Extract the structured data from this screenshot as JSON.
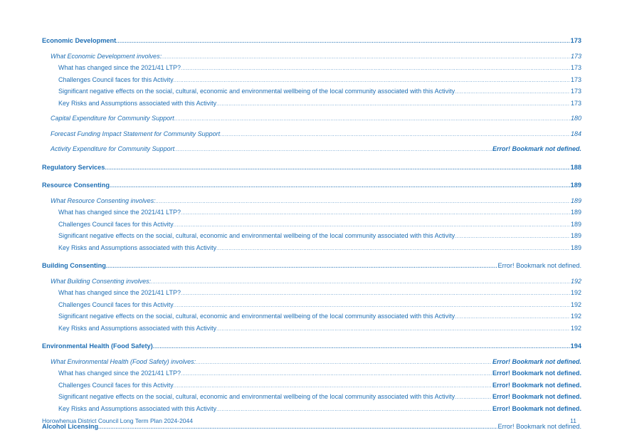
{
  "toc": [
    {
      "level": 1,
      "title": "Economic Development",
      "page": "173"
    },
    {
      "level": 2,
      "title": "What Economic Development involves:",
      "page": "173"
    },
    {
      "level": 3,
      "title": "What has changed since the 2021/41 LTP?",
      "page": "173"
    },
    {
      "level": 3,
      "title": "Challenges Council faces for this Activity",
      "page": "173"
    },
    {
      "level": 3,
      "title": "Significant negative effects on the social, cultural, economic and environmental wellbeing of the local community associated with this Activity",
      "page": "173"
    },
    {
      "level": 3,
      "title": "Key Risks and Assumptions associated with this Activity",
      "page": "173"
    },
    {
      "level": 2,
      "title": "Capital Expenditure for Community Support",
      "page": "180"
    },
    {
      "level": 2,
      "title": "Forecast Funding Impact Statement for Community Support",
      "page": "184"
    },
    {
      "level": 2,
      "title": "Activity Expenditure for Community Support",
      "page": "Error! Bookmark not defined.",
      "error": "bold-italic"
    },
    {
      "level": 1,
      "title": "Regulatory Services",
      "page": "188"
    },
    {
      "level": 1,
      "title": "Resource Consenting",
      "page": "189"
    },
    {
      "level": 2,
      "title": "What Resource Consenting involves:",
      "page": "189"
    },
    {
      "level": 3,
      "title": "What has changed since the 2021/41 LTP?",
      "page": "189"
    },
    {
      "level": 3,
      "title": "Challenges Council faces for this Activity",
      "page": "189"
    },
    {
      "level": 3,
      "title": "Significant negative effects on the social, cultural, economic and environmental wellbeing of the local community associated with this Activity",
      "page": "189"
    },
    {
      "level": 3,
      "title": "Key Risks and Assumptions associated with this Activity",
      "page": "189"
    },
    {
      "level": 1,
      "title": "Building Consenting",
      "page": "Error! Bookmark not defined.",
      "error": "plain"
    },
    {
      "level": 2,
      "title": "What Building Consenting involves:",
      "page": "192"
    },
    {
      "level": 3,
      "title": "What has changed since the 2021/41 LTP?",
      "page": "192"
    },
    {
      "level": 3,
      "title": "Challenges Council faces for this Activity",
      "page": "192"
    },
    {
      "level": 3,
      "title": "Significant negative effects on the social, cultural, economic and environmental wellbeing of the local community associated with this Activity",
      "page": "192"
    },
    {
      "level": 3,
      "title": "Key Risks and Assumptions associated with this Activity",
      "page": "192"
    },
    {
      "level": 1,
      "title": "Environmental Health (Food Safety)",
      "page": "194"
    },
    {
      "level": 2,
      "title": "What Environmental Health (Food Safety) involves:",
      "page": "Error! Bookmark not defined.",
      "error": "bold-italic"
    },
    {
      "level": 3,
      "title": "What has changed since the 2021/41 LTP?",
      "page": "Error! Bookmark not defined.",
      "error": "bold"
    },
    {
      "level": 3,
      "title": "Challenges Council faces for this Activity",
      "page": "Error! Bookmark not defined.",
      "error": "bold"
    },
    {
      "level": 3,
      "title": "Significant negative effects on the social, cultural, economic and environmental wellbeing of the local community associated with this Activity",
      "page": "Error! Bookmark not defined.",
      "error": "bold"
    },
    {
      "level": 3,
      "title": "Key Risks and Assumptions associated with this Activity",
      "page": "Error! Bookmark not defined.",
      "error": "bold"
    },
    {
      "level": 1,
      "title": "Alcohol Licensing",
      "page": "Error! Bookmark not defined.",
      "error": "plain"
    }
  ],
  "footer": {
    "document_title": "Horowhenua District Council Long Term Plan 2024-2044",
    "page_number": "11"
  },
  "colors": {
    "text": "#1f6fb4",
    "background": "#ffffff"
  }
}
